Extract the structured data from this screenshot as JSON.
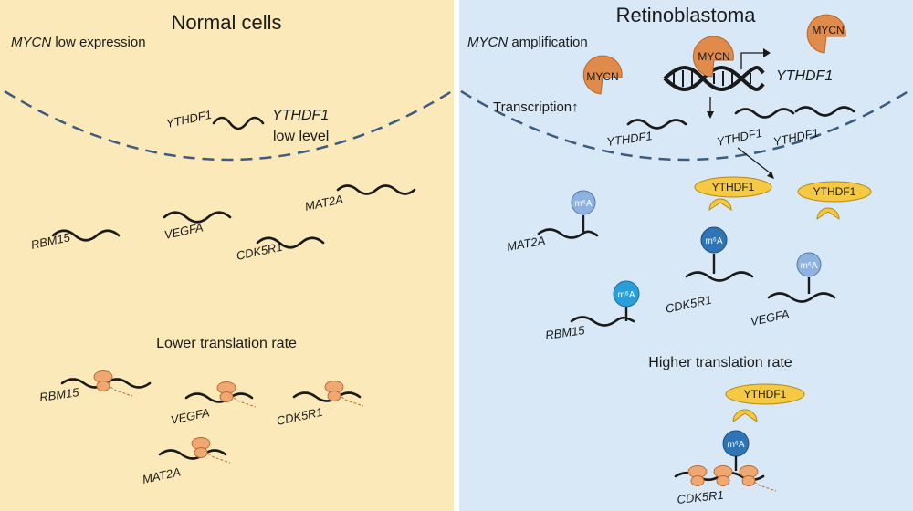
{
  "left_panel": {
    "title": "Normal cells",
    "subtitle_gene": "MYCN",
    "subtitle_rest": " low expression",
    "ythdf1_gene": "YTHDF1",
    "ythdf1_label": "YTHDF1",
    "low_level": "low level",
    "genes": {
      "rbm15": "RBM15",
      "vegfa": "VEGFA",
      "mat2a": "MAT2A",
      "cdk5r1": "CDK5R1"
    },
    "translation_label": "Lower translation rate",
    "translation_genes": {
      "rbm15": "RBM15",
      "vegfa": "VEGFA",
      "cdk5r1": "CDK5R1",
      "mat2a": "MAT2A"
    }
  },
  "right_panel": {
    "title": "Retinoblastoma",
    "subtitle_gene": "MYCN",
    "subtitle_rest": " amplification",
    "mycn": "MYCN",
    "promoter_target": "YTHDF1",
    "transcription": "Transcription↑",
    "transcripts": [
      "YTHDF1",
      "YTHDF1",
      "YTHDF1"
    ],
    "ythdf1_protein": "YTHDF1",
    "m6a": "m⁶A",
    "genes": {
      "mat2a": "MAT2A",
      "cdk5r1": "CDK5R1",
      "rbm15": "RBM15",
      "vegfa": "VEGFA"
    },
    "translation_label": "Higher translation rate",
    "translation_gene": "CDK5R1"
  },
  "colors": {
    "left_bg": "#fbe9b9",
    "right_bg": "#d9e8f6",
    "mycn_orange": "#e08a4b",
    "ythdf1_yellow": "#f6c945",
    "m6a_blue_dark": "#2f74b5",
    "m6a_blue_light": "#8fb3de",
    "ribosome": "#f0a872",
    "membrane": "#3b5b80"
  }
}
